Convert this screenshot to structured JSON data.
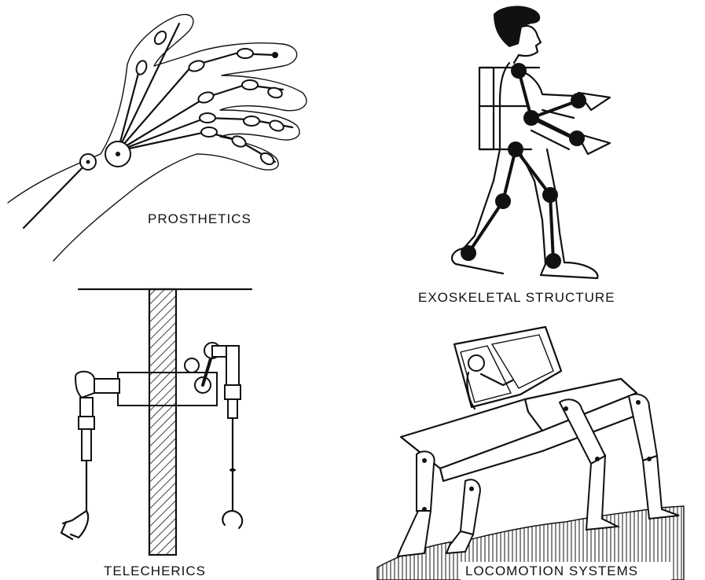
{
  "panels": {
    "prosthetics": {
      "label": "PROSTHETICS"
    },
    "exoskeletal": {
      "label": "EXOSKELETAL STRUCTURE"
    },
    "telecherics": {
      "label": "TELECHERICS"
    },
    "locomotion": {
      "label": "LOCOMOTION SYSTEMS"
    }
  },
  "colors": {
    "ink": "#111111",
    "paper": "#ffffff"
  }
}
